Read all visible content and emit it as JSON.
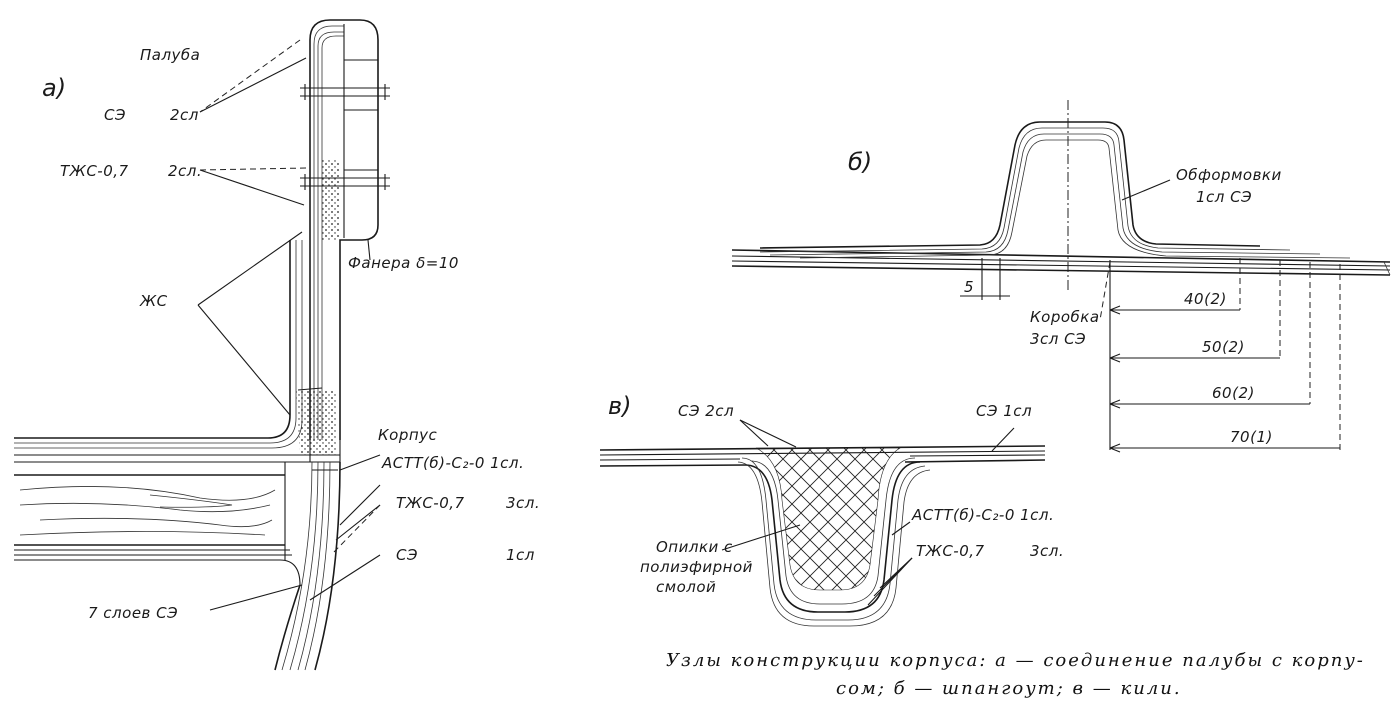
{
  "panel_a": {
    "marker": "a)",
    "deck": "Палуба",
    "se": "СЭ",
    "se_layers": "2сл",
    "tzhs": "ТЖС-0,7",
    "tzhs_layers": "2сл.",
    "plywood": "Фанера δ=10",
    "zhs": "ЖС",
    "hull": "Корпус",
    "astt": "АСТТ(б)-С₂-0 1сл.",
    "tzhs_hull": "ТЖС-0,7",
    "tzhs_hull_layers": "3сл.",
    "se_hull": "СЭ",
    "se_hull_layers": "1сл",
    "seven_layers": "7 слоев СЭ"
  },
  "panel_b": {
    "marker": "б)",
    "oformovki": "Обформовки",
    "oformovki_layers": "1сл СЭ",
    "korobka": "Коробка",
    "korobka_layers": "3сл СЭ",
    "dim_5": "5",
    "dim_40": "40(2)",
    "dim_50": "50(2)",
    "dim_60": "60(2)",
    "dim_70": "70(1)"
  },
  "panel_c": {
    "marker": "в)",
    "se2": "СЭ 2сл",
    "se1": "СЭ 1сл",
    "astt": "АСТТ(б)-С₂-0 1сл.",
    "tzhs": "ТЖС-0,7",
    "tzhs_layers": "3сл.",
    "filler_1": "Опилки с",
    "filler_2": "полиэфирной",
    "filler_3": "смолой"
  },
  "caption": {
    "line1": "Узлы конструкции корпуса: а — соединение палубы с корпу-",
    "line2": "сом; б — шпангоут; в — кили."
  }
}
